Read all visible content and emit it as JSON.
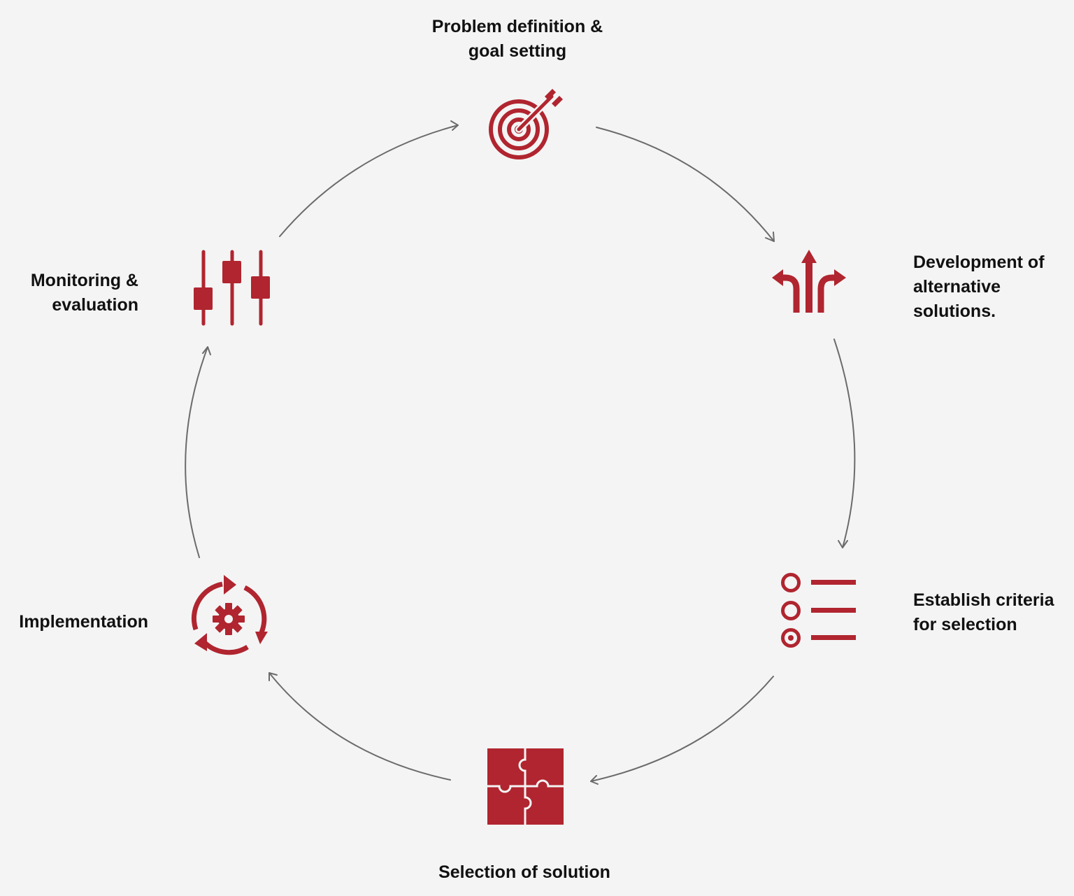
{
  "colors": {
    "background": "#f4f4f4",
    "accent": "#b0252f",
    "arrow": "#6b6b6b",
    "text": "#111111"
  },
  "steps": [
    {
      "icon": "target-icon",
      "lines": [
        "Problem definition &",
        "goal setting"
      ]
    },
    {
      "icon": "split-arrows-icon",
      "lines": [
        "Development of",
        "alternative",
        "solutions."
      ]
    },
    {
      "icon": "checklist-icon",
      "lines": [
        "Establish criteria",
        "for selection"
      ]
    },
    {
      "icon": "puzzle-icon",
      "lines": [
        "Selection of solution"
      ]
    },
    {
      "icon": "cycle-gear-icon",
      "lines": [
        "Implementation"
      ]
    },
    {
      "icon": "sliders-icon",
      "lines": [
        "Monitoring &",
        "evaluation"
      ]
    }
  ]
}
